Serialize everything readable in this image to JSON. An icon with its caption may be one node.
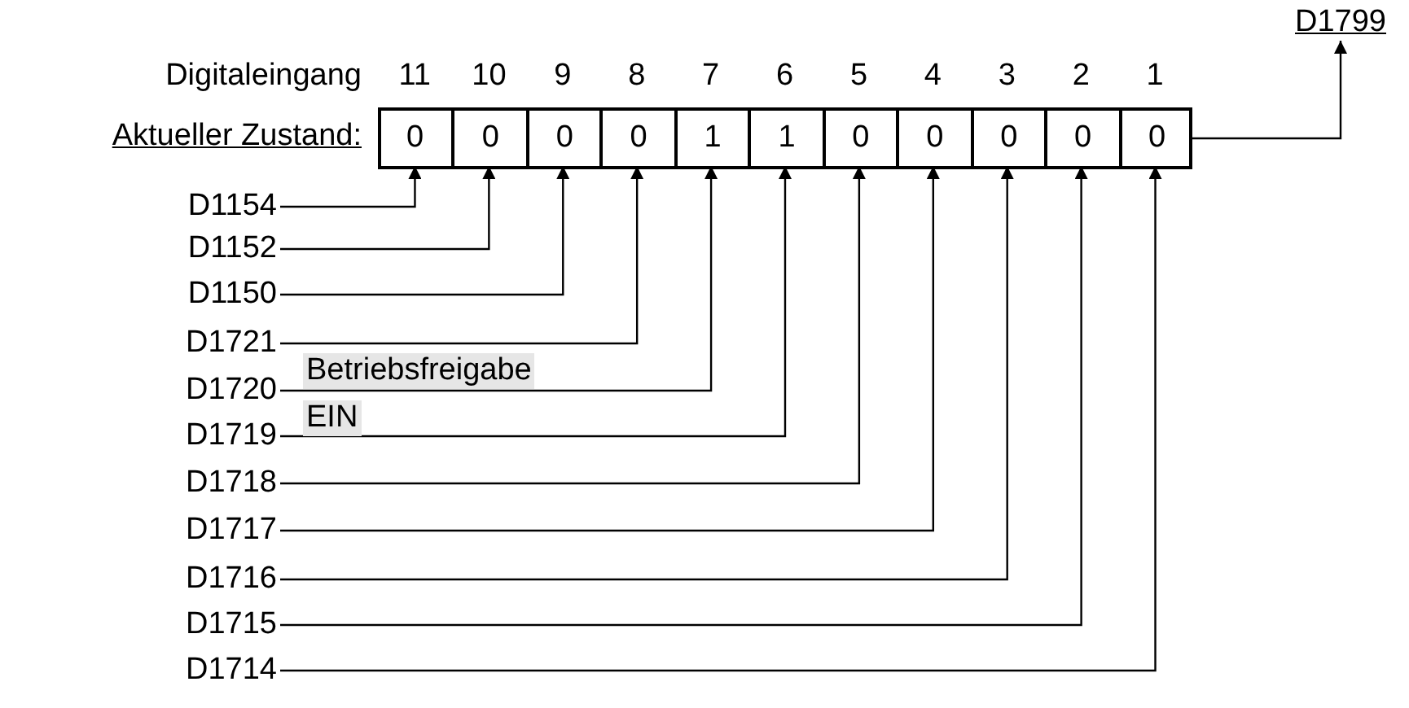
{
  "diagram": {
    "nodes": [
      {
        "text": [],
        "shape": "box"
      },
      {
        "text": [
          "0"
        ],
        "in": 0
      },
      {
        "text": [
          "0"
        ],
        "in": 0
      },
      {
        "text": [
          "0"
        ],
        "in": 0
      },
      {
        "text": [
          "0"
        ],
        "in": 0
      },
      {
        "text": [
          "1"
        ],
        "in": 0
      },
      {
        "text": [
          "1"
        ],
        "in": 0
      },
      {
        "text": [
          "0"
        ],
        "in": 0
      },
      {
        "text": [
          "0"
        ],
        "in": 0
      },
      {
        "text": [
          "0"
        ],
        "in": 0
      },
      {
        "text": [
          "0"
        ],
        "in": 0
      },
      {
        "text": [
          "0"
        ],
        "in": 0
      },
      {
        "text": [
          "D1799"
        ]
      },
      {
        "text": [
          "D1154"
        ]
      },
      {
        "text": [
          "D1152"
        ]
      },
      {
        "text": [
          "D1150"
        ]
      },
      {
        "text": [
          "D1721"
        ]
      },
      {
        "text": [
          "D1720"
        ]
      },
      {
        "text": [
          "D1719"
        ]
      },
      {
        "text": [
          "D1718"
        ]
      },
      {
        "text": [
          "D1717"
        ]
      },
      {
        "text": [
          "D1716"
        ]
      },
      {
        "text": [
          "D1715"
        ]
      },
      {
        "text": [
          "D1714"
        ]
      }
    ],
    "edges": [
      {
        "from": 0,
        "to": 12,
        "arrow": "to"
      },
      {
        "from": 13,
        "to": 1,
        "arrow": "to"
      },
      {
        "from": 14,
        "to": 2,
        "arrow": "to"
      },
      {
        "from": 15,
        "to": 3,
        "arrow": "to"
      },
      {
        "from": 16,
        "to": 4,
        "arrow": "to"
      },
      {
        "from": 17,
        "to": 5,
        "arrow": "to"
      },
      {
        "from": 18,
        "to": 6,
        "arrow": "to"
      },
      {
        "from": 19,
        "to": 7,
        "arrow": "to"
      },
      {
        "from": 20,
        "to": 8,
        "arrow": "to"
      },
      {
        "from": 21,
        "to": 9,
        "arrow": "to"
      },
      {
        "from": 22,
        "to": 10,
        "arrow": "to"
      },
      {
        "from": 23,
        "to": 11,
        "arrow": "to"
      }
    ],
    "labels": [
      "Digitaleingang",
      "11",
      "10",
      "9",
      "8",
      "7",
      "6",
      "5",
      "4",
      "3",
      "2",
      "1",
      "Aktueller Zustand:",
      "Betriebsfreigabe",
      "EIN"
    ]
  }
}
